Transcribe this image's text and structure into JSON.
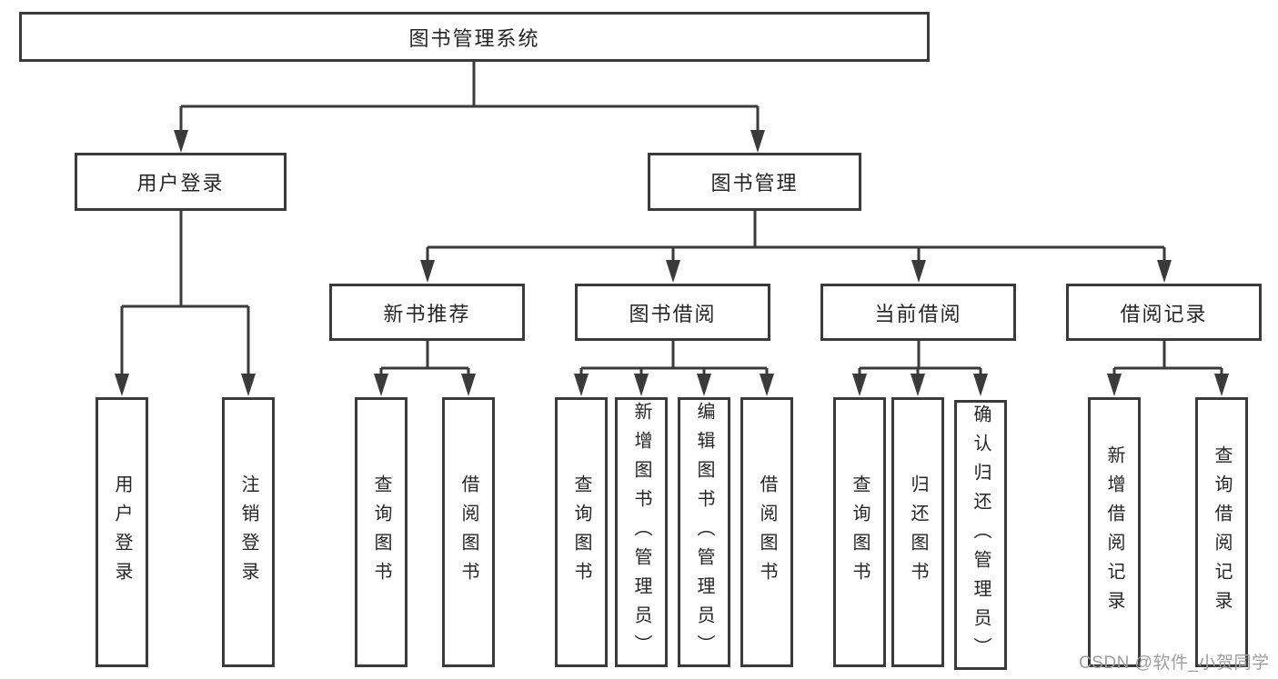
{
  "title": "图书管理系统",
  "watermark": "CSDN @软件_小贺同学",
  "colors": {
    "line_color": "#3a3a3a",
    "text_color": "#262626",
    "box_bg": "#ffffff",
    "watermark_color": "#9e9e9e",
    "bg": "#ffffff"
  },
  "diagram": {
    "type": "hierarchy-tree",
    "root": "图书管理系统",
    "branches": [
      {
        "label": "用户登录",
        "children": [
          "用户登录",
          "注销登录"
        ]
      },
      {
        "label": "图书管理",
        "children": [
          {
            "label": "新书推荐",
            "children": [
              "查询图书",
              "借阅图书"
            ]
          },
          {
            "label": "图书借阅",
            "children": [
              "查询图书",
              "新增图书（管理员）",
              "编辑图书（管理员）",
              "借阅图书"
            ]
          },
          {
            "label": "当前借阅",
            "children": [
              "查询图书",
              "归还图书",
              "确认归还（管理员）"
            ]
          },
          {
            "label": "借阅记录",
            "children": [
              "新增借阅记录",
              "查询借阅记录"
            ]
          }
        ]
      }
    ]
  }
}
